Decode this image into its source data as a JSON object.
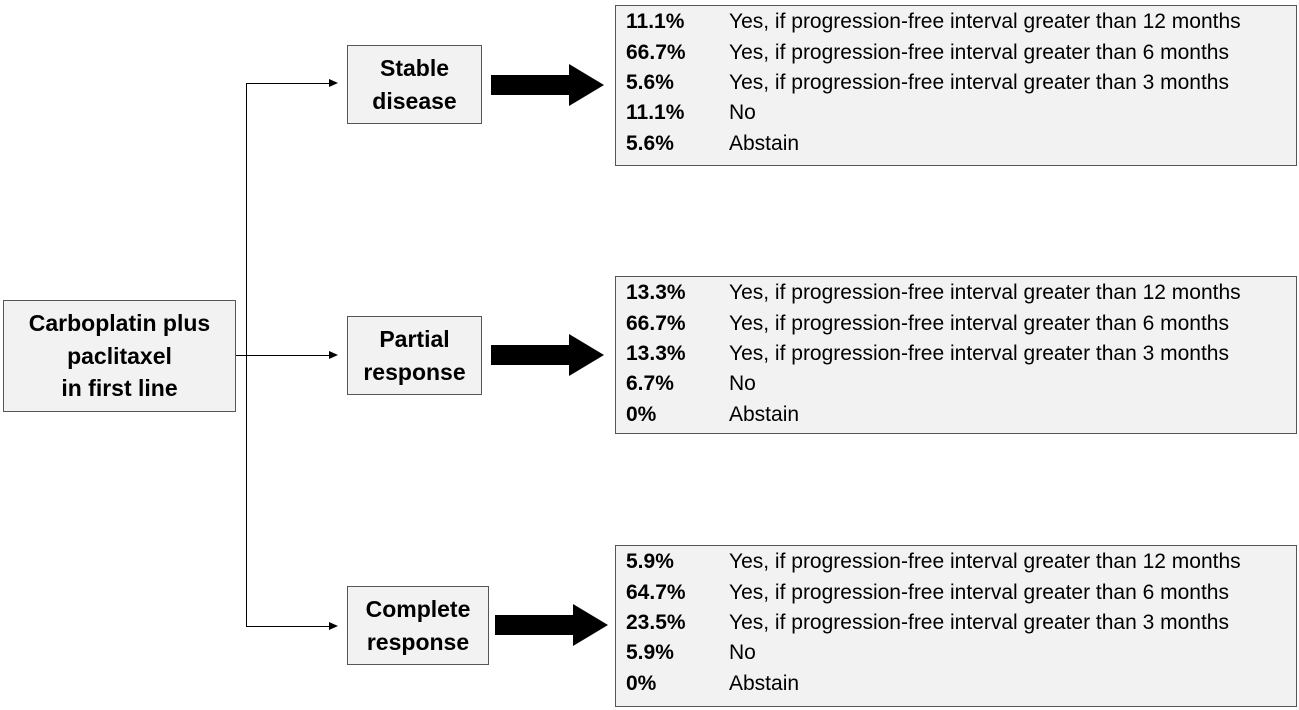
{
  "root": {
    "lines": [
      "Carboplatin plus",
      "paclitaxel",
      "in first line"
    ]
  },
  "branches": [
    {
      "id": "stable",
      "title_lines": [
        "Stable",
        "disease"
      ],
      "outcomes": [
        {
          "pct": "11.1%",
          "label": "Yes, if progression-free interval greater than 12 months"
        },
        {
          "pct": "66.7%",
          "label": "Yes, if progression-free interval greater than 6 months"
        },
        {
          "pct": "5.6%",
          "label": "Yes, if progression-free interval greater than 3 months"
        },
        {
          "pct": "11.1%",
          "label": "No"
        },
        {
          "pct": "5.6%",
          "label": "Abstain"
        }
      ]
    },
    {
      "id": "partial",
      "title_lines": [
        "Partial",
        "response"
      ],
      "outcomes": [
        {
          "pct": "13.3%",
          "label": "Yes, if progression-free interval greater than 12 months"
        },
        {
          "pct": "66.7%",
          "label": "Yes, if progression-free interval greater than 6 months"
        },
        {
          "pct": "13.3%",
          "label": "Yes, if progression-free interval greater than 3 months"
        },
        {
          "pct": "6.7%",
          "label": "No"
        },
        {
          "pct": "0%",
          "label": "Abstain"
        }
      ]
    },
    {
      "id": "complete",
      "title_lines": [
        "Complete",
        "response"
      ],
      "outcomes": [
        {
          "pct": "5.9%",
          "label": "Yes, if progression-free interval greater than 12 months"
        },
        {
          "pct": "64.7%",
          "label": "Yes, if progression-free interval greater than 6 months"
        },
        {
          "pct": "23.5%",
          "label": "Yes, if progression-free interval greater than 3 months"
        },
        {
          "pct": "5.9%",
          "label": "No"
        },
        {
          "pct": "0%",
          "label": "Abstain"
        }
      ]
    }
  ]
}
